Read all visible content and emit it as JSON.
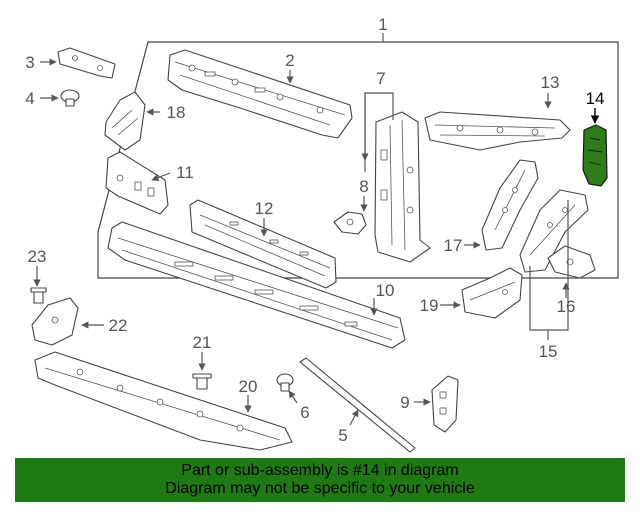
{
  "callouts": {
    "c1": "1",
    "c2": "2",
    "c3": "3",
    "c4": "4",
    "c5": "5",
    "c6": "6",
    "c7": "7",
    "c8": "8",
    "c9": "9",
    "c10": "10",
    "c11": "11",
    "c12": "12",
    "c13": "13",
    "c14": "14",
    "c15": "15",
    "c16": "16",
    "c17": "17",
    "c18": "18",
    "c19": "19",
    "c20": "20",
    "c21": "21",
    "c22": "22",
    "c23": "23"
  },
  "highlight": {
    "part_number": "14",
    "fill_color": "#2e7d1a"
  },
  "banner": {
    "line1": "Part or sub-assembly is #14 in diagram",
    "line2": "Diagram may not be specific to your vehicle",
    "background": "#1f7a13"
  }
}
